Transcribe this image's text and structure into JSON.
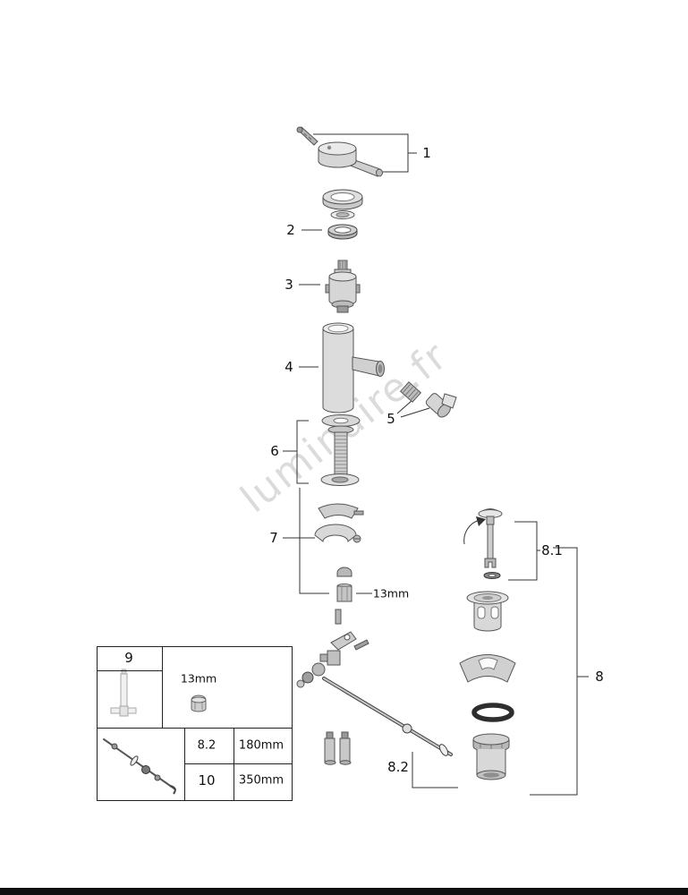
{
  "watermark": {
    "text": "luminaire.fr"
  },
  "callouts": {
    "part1": "1",
    "part2": "2",
    "part3": "3",
    "part4": "4",
    "part5": "5",
    "part6": "6",
    "part7": "7",
    "part8": "8",
    "part8_1": "8.1",
    "part8_2": "8.2",
    "nut_size_label": "13mm"
  },
  "parts_table": {
    "tool_ref": "9",
    "tool_nut_size": "13mm",
    "rows": [
      {
        "ref": "8.2",
        "length": "180mm"
      },
      {
        "ref": "10",
        "length": "350mm"
      }
    ]
  },
  "colors": {
    "line": "#333333",
    "footer": "#101010"
  }
}
